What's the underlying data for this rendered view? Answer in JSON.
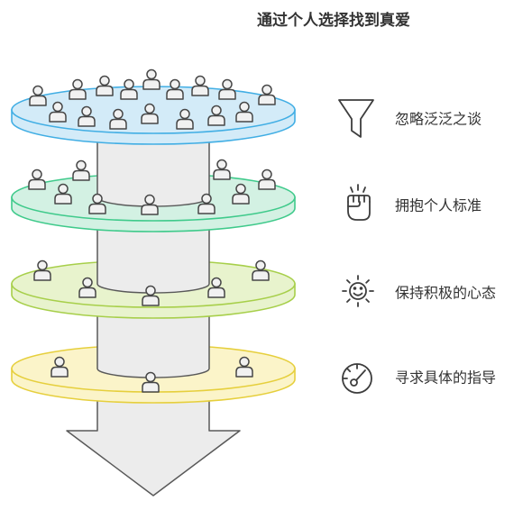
{
  "title": "通过个人选择找到真爱",
  "layers": [
    {
      "label": "忽略泛泛之谈",
      "icon": "funnel-icon",
      "stroke": "#41aee4",
      "fill": "#d3ebf8"
    },
    {
      "label": "拥抱个人标准",
      "icon": "fist-icon",
      "stroke": "#3fca8b",
      "fill": "#d3f1e3"
    },
    {
      "label": "保持积极的心态",
      "icon": "smiley-sun-icon",
      "stroke": "#a7cf4a",
      "fill": "#e8f3cd"
    },
    {
      "label": "寻求具体的指导",
      "icon": "gauge-icon",
      "stroke": "#e6cf3d",
      "fill": "#fbf4c9"
    }
  ],
  "colors": {
    "text": "#333333",
    "icon_stroke": "#3d3d3d",
    "column_fill": "#ececec",
    "column_stroke": "#595959",
    "person_fill": "#f1f1f1",
    "person_stroke": "#474747"
  }
}
